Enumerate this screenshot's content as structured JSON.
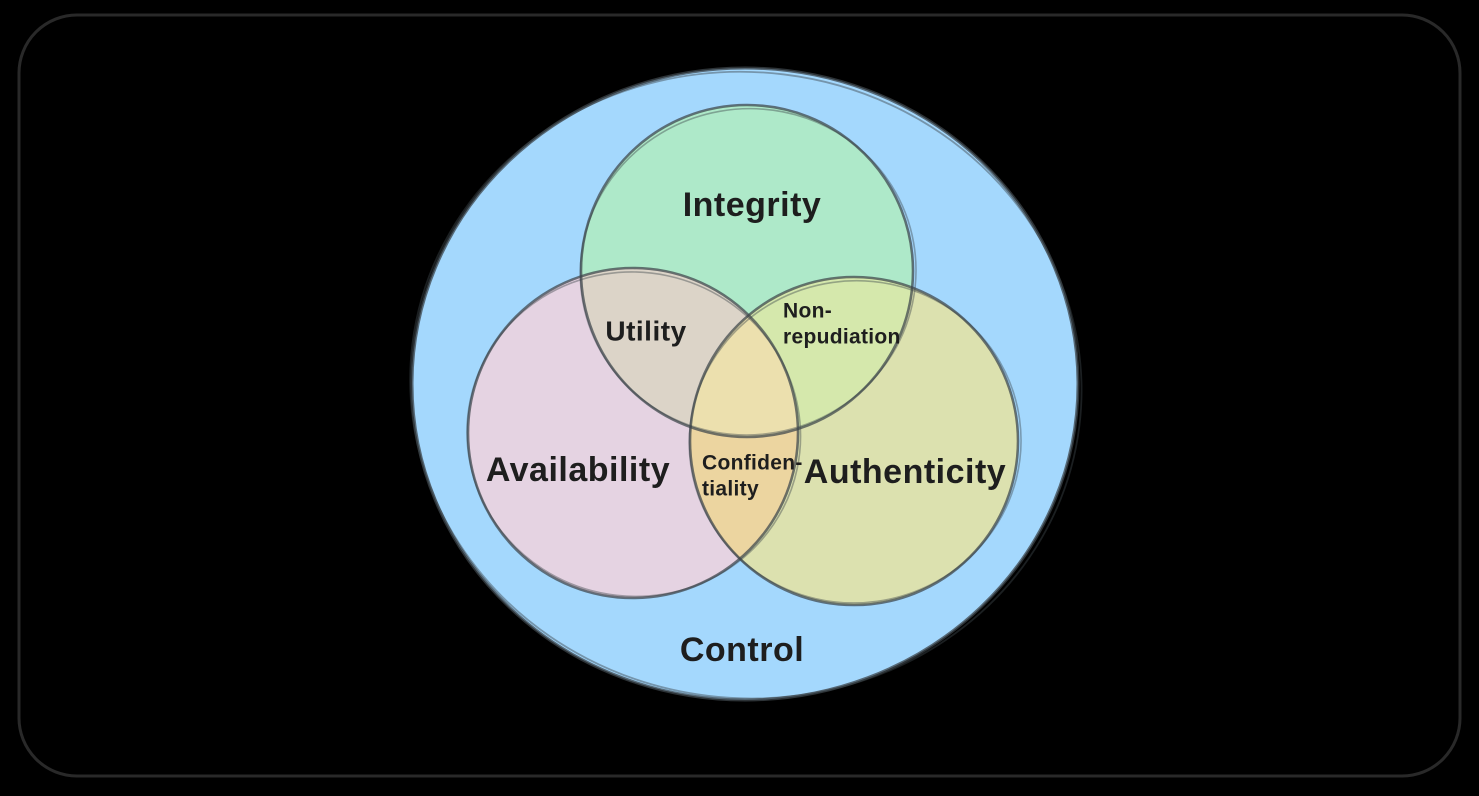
{
  "diagram": {
    "type": "venn",
    "outer_set": "Control",
    "sets": [
      "Integrity",
      "Availability",
      "Authenticity"
    ],
    "intersections": [
      {
        "sets": [
          "Integrity",
          "Availability"
        ],
        "label": "Utility"
      },
      {
        "sets": [
          "Integrity",
          "Authenticity"
        ],
        "label": "Non-repudiation"
      },
      {
        "sets": [
          "Availability",
          "Authenticity"
        ],
        "label": "Confidentiality"
      }
    ]
  },
  "labels": {
    "control": "Control",
    "integrity": "Integrity",
    "availability": "Availability",
    "authenticity": "Authenticity",
    "utility": "Utility",
    "non_repudiation_line1": "Non-",
    "non_repudiation_line2": "repudiation",
    "confidentiality_line1": "Confiden-",
    "confidentiality_line2": "tiality"
  },
  "colors": {
    "page_background": "#000000",
    "frame_stroke": "#292929",
    "control_fill": "#a4d8fd",
    "integrity_fill": "#aee9c9",
    "availability_fill": "#e5d3e2",
    "authenticity_fill": "#dce1af",
    "utility_fill": "#dcd4c8",
    "non_repudiation_fill": "#d5e8ac",
    "confidentiality_fill": "#ecd5a0",
    "center_overlap_fill": "#ece0ae",
    "circle_stroke": "#3c4449",
    "text": "#1e1e1e"
  }
}
